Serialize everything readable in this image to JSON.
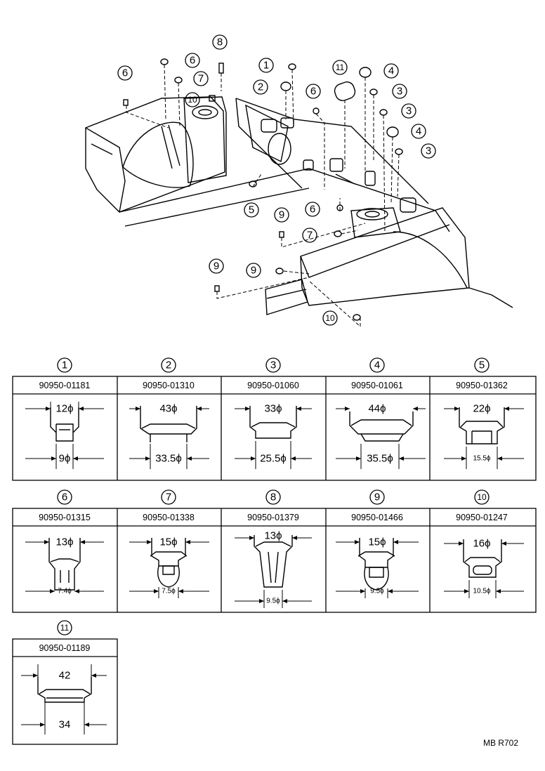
{
  "callouts": [
    "1",
    "2",
    "3",
    "4",
    "5",
    "6",
    "7",
    "8",
    "9",
    "10",
    "11"
  ],
  "parts": [
    {
      "no": "1",
      "pn": "90950-01181",
      "top": "12ϕ",
      "bottom": "9ϕ"
    },
    {
      "no": "2",
      "pn": "90950-01310",
      "top": "43ϕ",
      "bottom": "33.5ϕ"
    },
    {
      "no": "3",
      "pn": "90950-01060",
      "top": "33ϕ",
      "bottom": "25.5ϕ"
    },
    {
      "no": "4",
      "pn": "90950-01061",
      "top": "44ϕ",
      "bottom": "35.5ϕ"
    },
    {
      "no": "5",
      "pn": "90950-01362",
      "top": "22ϕ",
      "bottom": "15.5ϕ"
    },
    {
      "no": "6",
      "pn": "90950-01315",
      "top": "13ϕ",
      "bottom": "7.4ϕ"
    },
    {
      "no": "7",
      "pn": "90950-01338",
      "top": "15ϕ",
      "bottom": "7.5ϕ"
    },
    {
      "no": "8",
      "pn": "90950-01379",
      "top": "13ϕ",
      "bottom": "9.5ϕ"
    },
    {
      "no": "9",
      "pn": "90950-01466",
      "top": "15ϕ",
      "bottom": "9.5ϕ"
    },
    {
      "no": "10",
      "pn": "90950-01247",
      "top": "16ϕ",
      "bottom": "10.5ϕ"
    },
    {
      "no": "11",
      "pn": "90950-01189",
      "top": "42",
      "bottom": "34"
    }
  ],
  "footer": "MB R702"
}
